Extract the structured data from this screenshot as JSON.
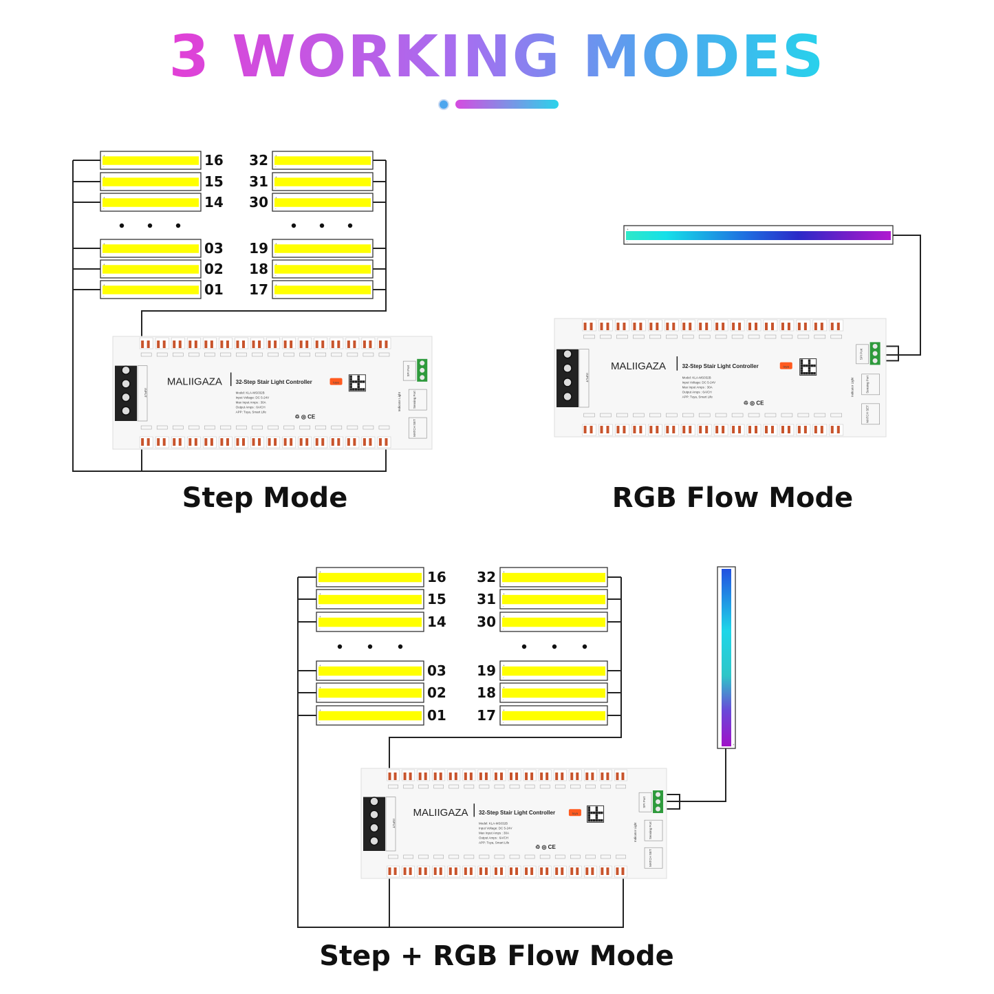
{
  "title": "3 WORKING MODES",
  "colors": {
    "title_gradient": [
      "#e23fd6",
      "#a56ff0",
      "#4ea6ee",
      "#27d2ec"
    ],
    "strip_yellow": "#ffff00",
    "terminal_orange": "#c8542c",
    "green_terminal": "#2e9a3c"
  },
  "panels": {
    "step": {
      "caption": "Step Mode"
    },
    "rgb": {
      "caption": "RGB Flow Mode"
    },
    "combo": {
      "caption": "Step + RGB Flow Mode"
    }
  },
  "strip_labels": {
    "left": [
      "16",
      "15",
      "14",
      "03",
      "02",
      "01"
    ],
    "right": [
      "32",
      "31",
      "30",
      "19",
      "18",
      "17"
    ],
    "ellipsis": "• • •"
  },
  "controller": {
    "brand": "MALIIGAZA",
    "product": "32-Step Stair Light Controller",
    "spec_lines": [
      "Model: KLA-MS032B",
      "Input Voltage: DC 5-24V",
      "Max Input Amps : 30A",
      "Output Amps : 6A/CH",
      "APP: Tuya, Smart Life"
    ],
    "app_badge": "tuya",
    "input_label": "INPUT",
    "spi_label": "SPI Port",
    "sensing_label": "Sensing Port",
    "indicator_label": "Indicator Light",
    "match_label": "MATCH SET"
  }
}
